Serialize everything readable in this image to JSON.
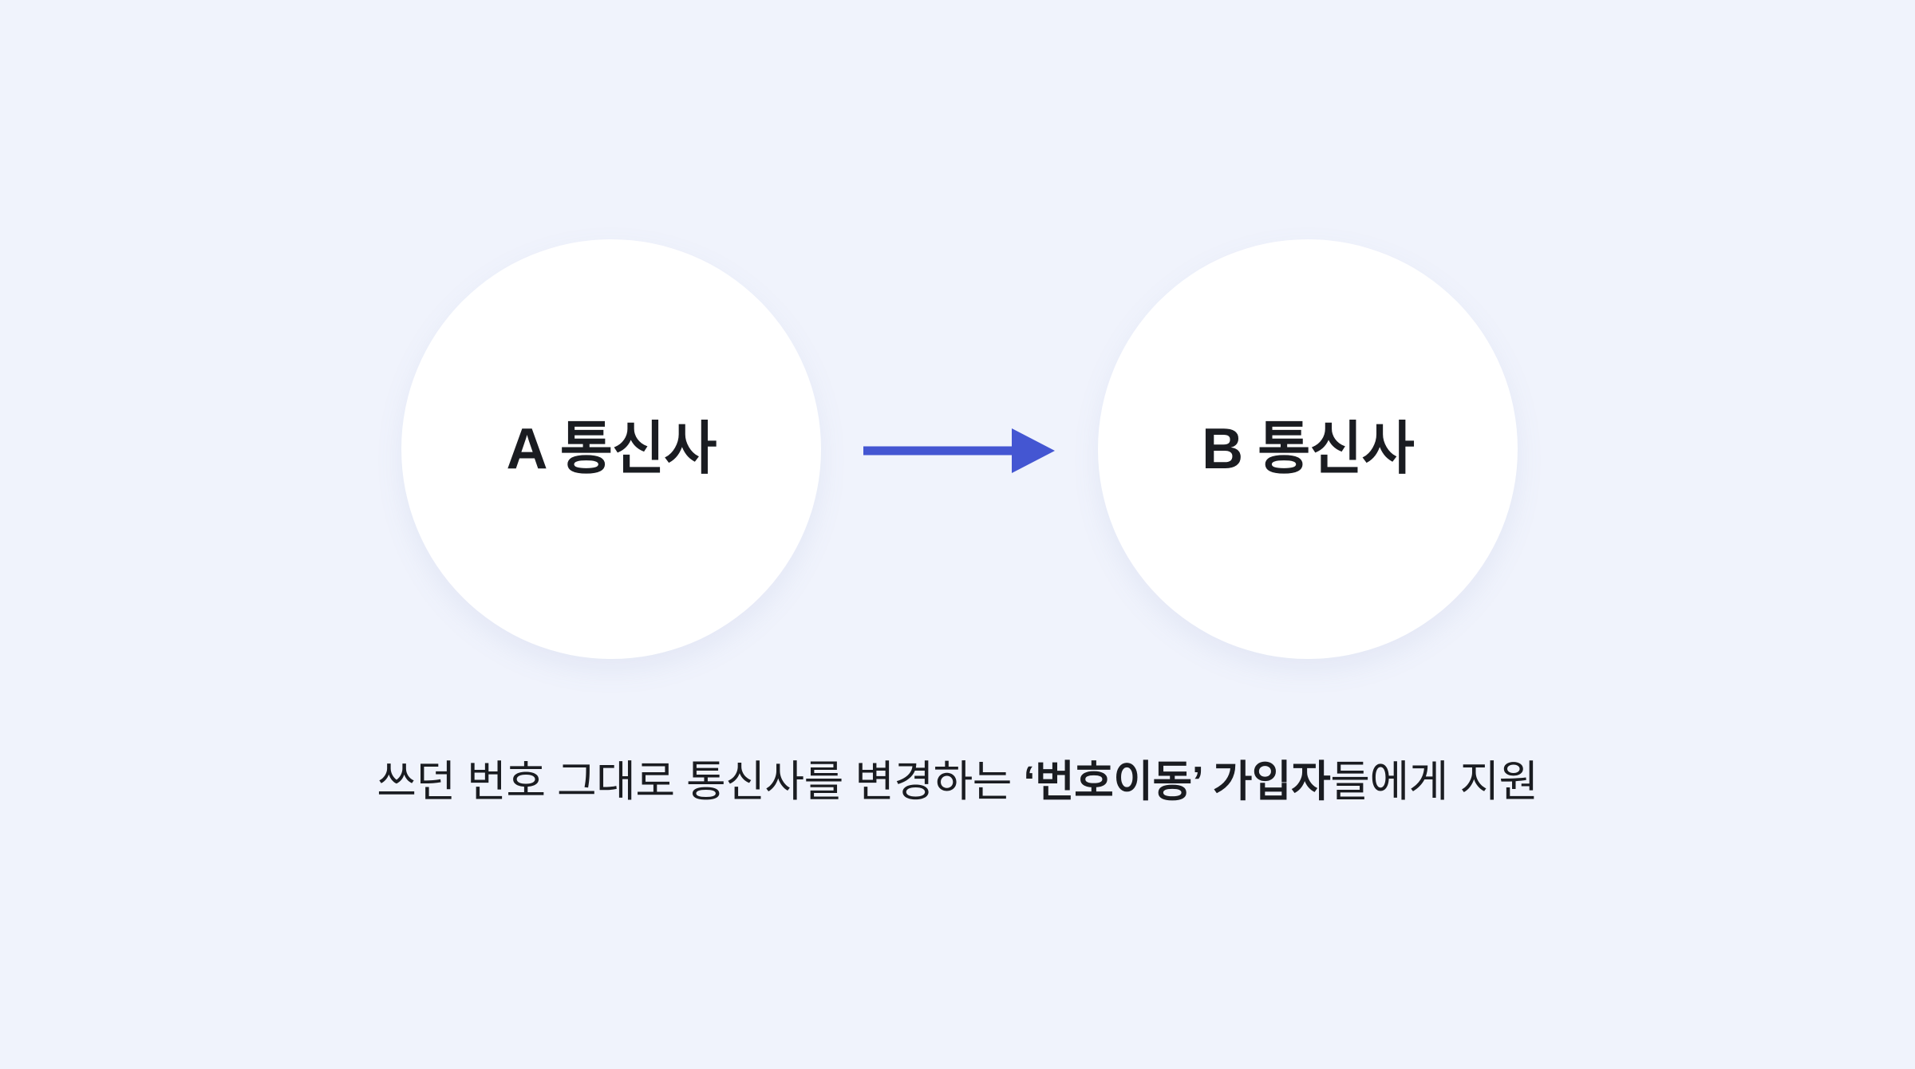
{
  "colors": {
    "bg": "#f0f3fc",
    "circle": "#ffffff",
    "arrow": "#4456d2",
    "text": "#1a1c21"
  },
  "diagram": {
    "carrier_a_label": "A 통신사",
    "carrier_b_label": "B 통신사",
    "arrow_icon": "right-arrow"
  },
  "caption": {
    "prefix": "쓰던 번호 그대로 통신사를 변경하는 ",
    "bold": "‘번호이동’ 가입자",
    "suffix": "들에게 지원"
  }
}
